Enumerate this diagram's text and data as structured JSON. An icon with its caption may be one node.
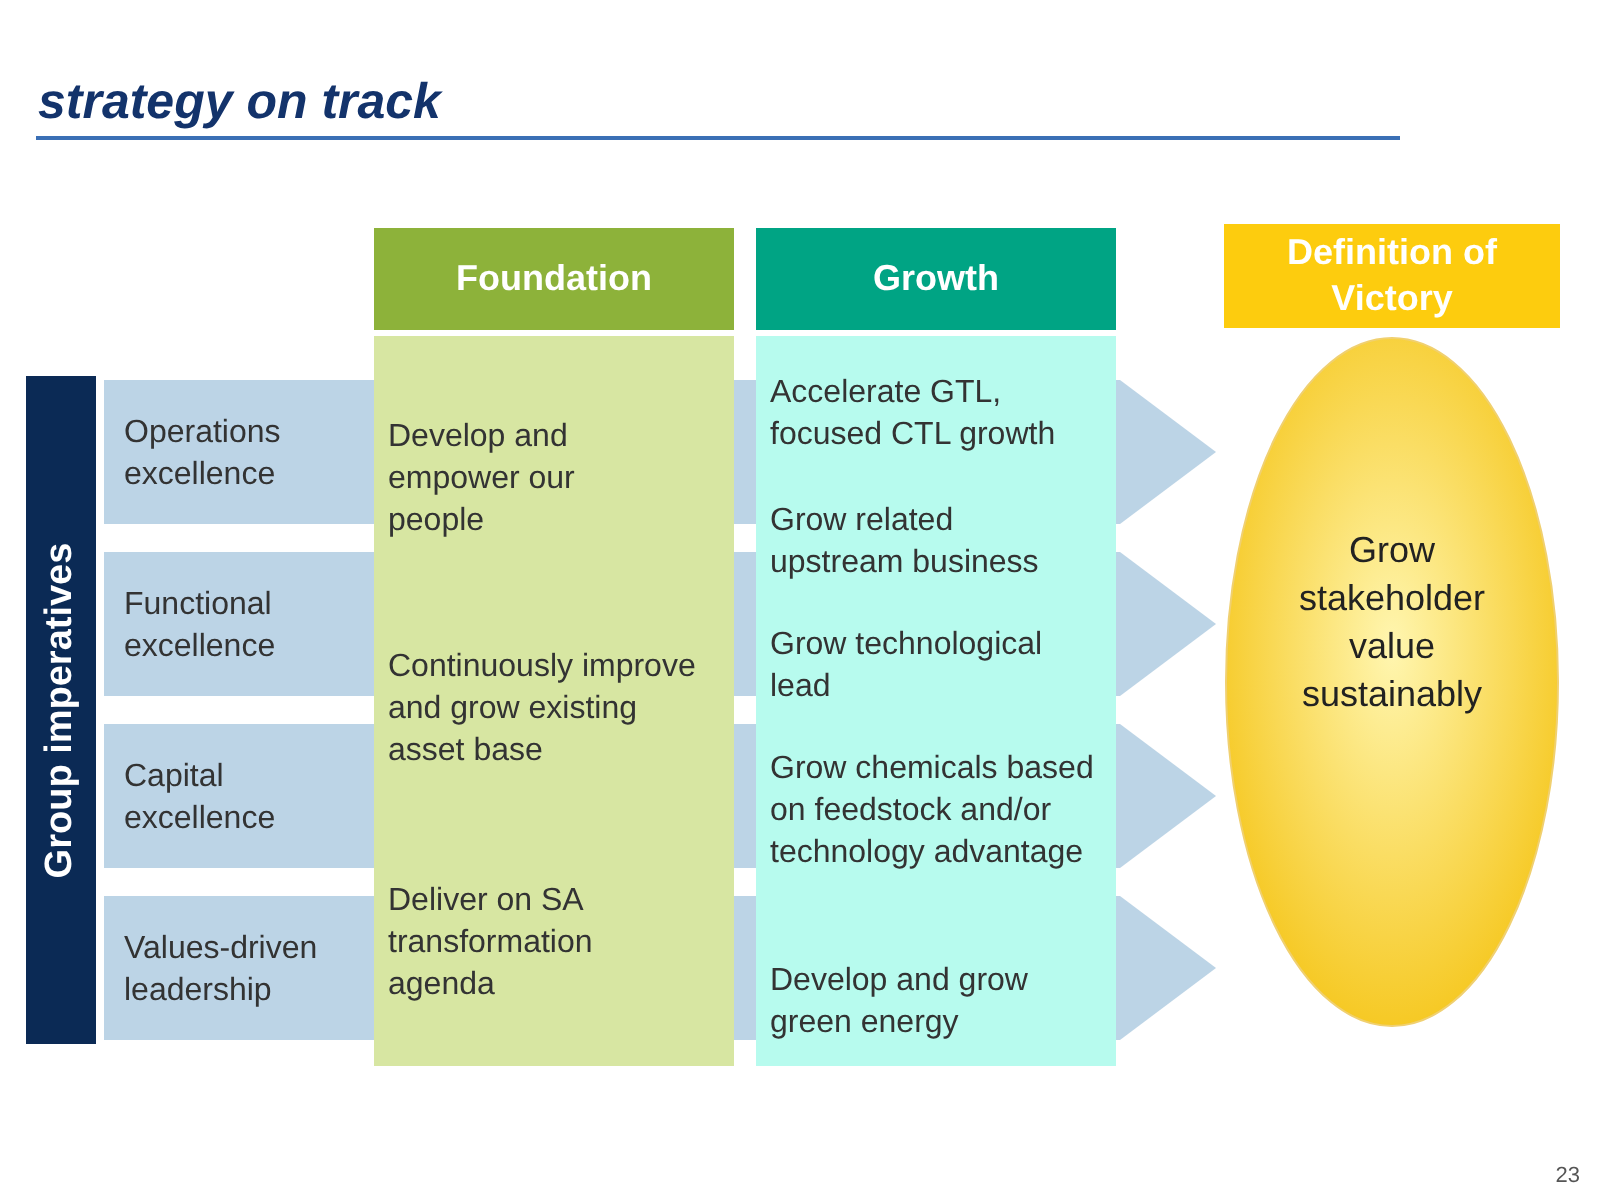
{
  "diagram": {
    "title": "strategy on track",
    "nodes": [
      {
        "text": [
          "Group imperatives"
        ]
      },
      {
        "text": [
          "Operations excellence"
        ]
      },
      {
        "text": [
          "Functional excellence"
        ]
      },
      {
        "text": [
          "Capital excellence"
        ]
      },
      {
        "text": [
          "Values-driven leadership"
        ]
      },
      {
        "text": [
          "Foundation"
        ]
      },
      {
        "text": [
          "Develop and empower  our people",
          "Continuously improve and grow existing asset base",
          "Deliver on SA transformation agenda"
        ]
      },
      {
        "text": [
          "Growth"
        ]
      },
      {
        "text": [
          "Accelerate GTL, focused CTL growth",
          "Grow related upstream business",
          "Grow technological lead",
          "Grow chemicals based on feedstock and/or technology advantage",
          "Develop and grow green energy"
        ]
      },
      {
        "text": [
          "Definition of Victory"
        ]
      },
      {
        "text": [
          "Grow stakeholder value sustainably"
        ]
      }
    ],
    "labels": [
      "23"
    ]
  }
}
